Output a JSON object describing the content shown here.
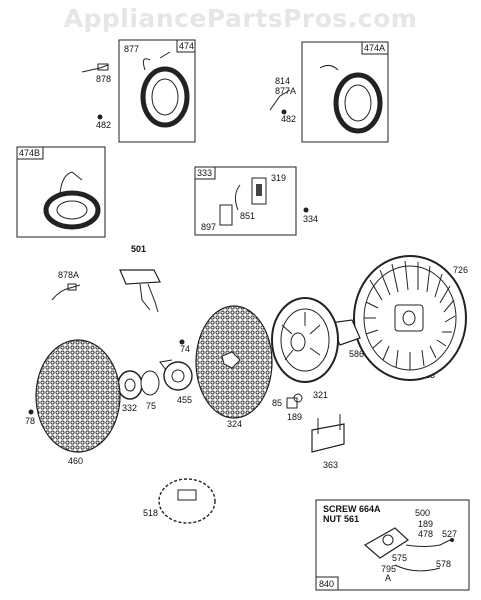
{
  "watermark": "AppliancePartsPros.com",
  "boxes": {
    "b474": {
      "tag": "474",
      "parts": {
        "p877": "877",
        "p878": "878",
        "p482": "482"
      }
    },
    "b474A": {
      "tag": "474A",
      "parts": {
        "p814": "814",
        "p877A": "877A",
        "p482": "482"
      }
    },
    "b474B": {
      "tag": "474B"
    },
    "b333": {
      "tag": "333",
      "parts": {
        "p319": "319",
        "p851": "851",
        "p897": "897",
        "p334": "334"
      }
    },
    "b840": {
      "tag": "840",
      "line1": "SCREW 664A",
      "line2": "NUT 561",
      "parts": {
        "p500": "500",
        "p189": "189",
        "p478": "478",
        "p527": "527",
        "p575": "575",
        "p795": "795",
        "pA": "A",
        "p578": "578"
      }
    }
  },
  "labels": {
    "l501": "501",
    "l878A": "878A",
    "l726": "726",
    "l74": "74",
    "l586": "586",
    "l23": "23",
    "l332": "332",
    "l75": "75",
    "l455": "455",
    "l321": "321",
    "l85": "85",
    "l189": "189",
    "l78": "78",
    "l324": "324",
    "l460": "460",
    "l363": "363",
    "l518": "518"
  }
}
